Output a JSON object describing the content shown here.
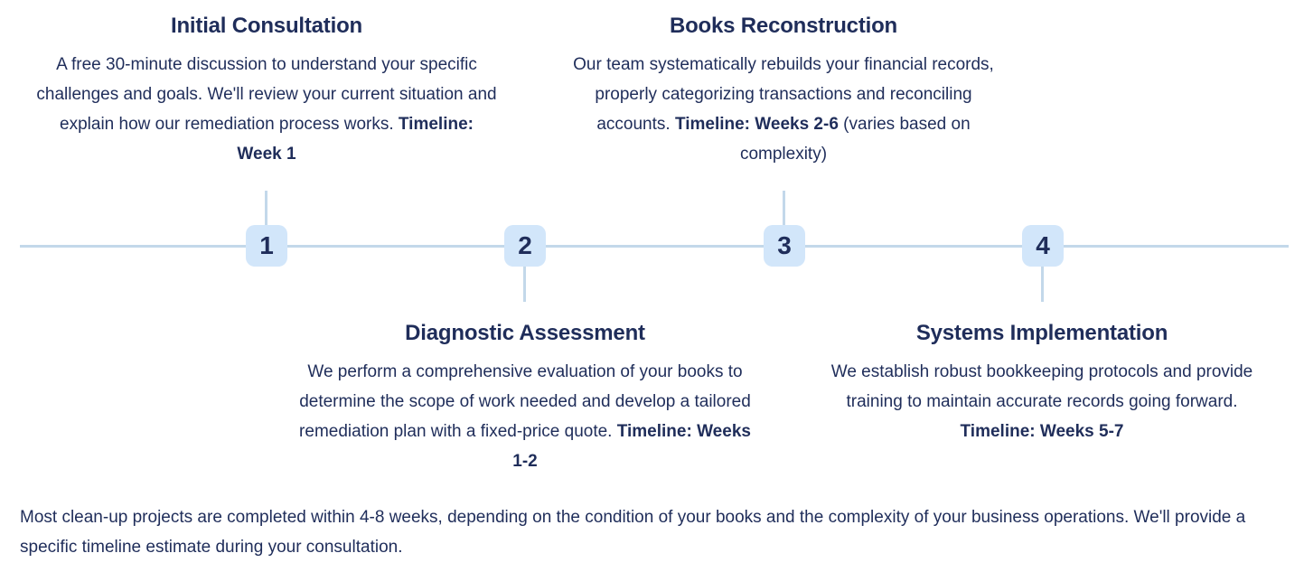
{
  "steps": [
    {
      "number": "1",
      "title": "Initial Consultation",
      "description": "A free 30-minute discussion to understand your specific challenges and goals. We'll review your current situation and explain how our remediation process works.",
      "timeline_label": "Timeline: Week 1",
      "timeline_suffix": ""
    },
    {
      "number": "2",
      "title": "Diagnostic Assessment",
      "description": "We perform a comprehensive evaluation of your books to determine the scope of work needed and develop a tailored remediation plan with a fixed-price quote.",
      "timeline_label": "Timeline: Weeks 1-2",
      "timeline_suffix": ""
    },
    {
      "number": "3",
      "title": "Books Reconstruction",
      "description": "Our team systematically rebuilds your financial records, properly categorizing transactions and reconciling accounts.",
      "timeline_label": "Timeline: Weeks 2-6",
      "timeline_suffix": "(varies based on complexity)"
    },
    {
      "number": "4",
      "title": "Systems Implementation",
      "description": "We establish robust bookkeeping protocols and provide training to maintain accurate records going forward.",
      "timeline_label": "Timeline: Weeks 5-7",
      "timeline_suffix": ""
    }
  ],
  "footer": {
    "note": "Most clean-up projects are completed within 4-8 weeks, depending on the condition of your books and the complexity of your business operations. We'll provide a specific timeline estimate during your consultation."
  },
  "colors": {
    "text": "#1f2d5a",
    "badge_bg": "#d2e6fa",
    "line": "#c3d8ea"
  }
}
